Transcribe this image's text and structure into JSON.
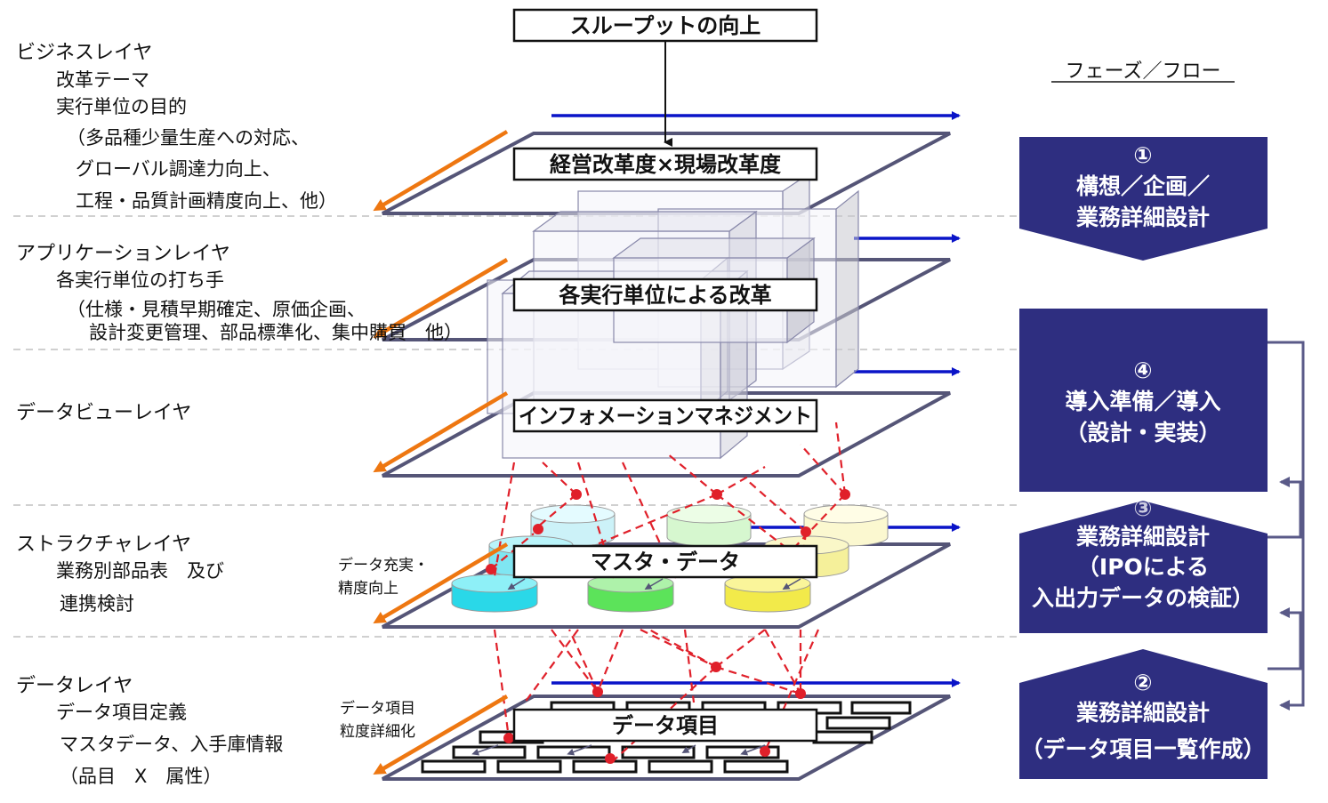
{
  "top_label": "スループットの向上",
  "layers": {
    "business": {
      "title": "ビジネスレイヤ",
      "lines": [
        "改革テーマ",
        "実行単位の目的",
        "（多品種少量生産への対応、",
        "グローバル調達力向上、",
        "工程・品質計画精度向上、他）"
      ]
    },
    "application": {
      "title": "アプリケーションレイヤ",
      "lines": [
        "各実行単位の打ち手",
        "（仕様・見積早期確定、原価企画、",
        "設計変更管理、部品標準化、集中購買　他）"
      ]
    },
    "dataview": {
      "title": "データビューレイヤ"
    },
    "structure": {
      "title": "ストラクチャレイヤ",
      "lines": [
        "業務別部品表　及び",
        "連携検討"
      ]
    },
    "data": {
      "title": "データレイヤ",
      "lines": [
        "データ項目定義",
        "マスタデータ、入手庫情報",
        "（品目　X　属性）"
      ]
    }
  },
  "boxes": {
    "b1": "経営改革度×現場改革度",
    "b2": "各実行単位による改革",
    "b3": "インフォメーションマネジメント",
    "b4": "マスタ・データ",
    "b5": "データ項目"
  },
  "notes": {
    "n1": [
      "データ充実・",
      "精度向上"
    ],
    "n2": [
      "データ項目",
      "粒度詳細化"
    ]
  },
  "phase_header": "フェーズ／フロー",
  "phases": {
    "p1": [
      "①",
      "構想／企画／",
      "業務詳細設計"
    ],
    "p4": [
      "④",
      "導入準備／導入",
      "（設計・実装）"
    ],
    "p3": [
      "③",
      "業務詳細設計",
      "（IPOによる",
      "入出力データの検証）"
    ],
    "p2": [
      "②",
      "業務詳細設計",
      "（データ項目一覧作成）"
    ]
  },
  "colors": {
    "phase_fill": "#2e2e80",
    "plane_stroke": "#555577",
    "blue_arrow": "#0a14c8",
    "orange_arrow": "#ee7711",
    "red_link": "#e0202a",
    "dash_line": "#c0c0c0"
  }
}
